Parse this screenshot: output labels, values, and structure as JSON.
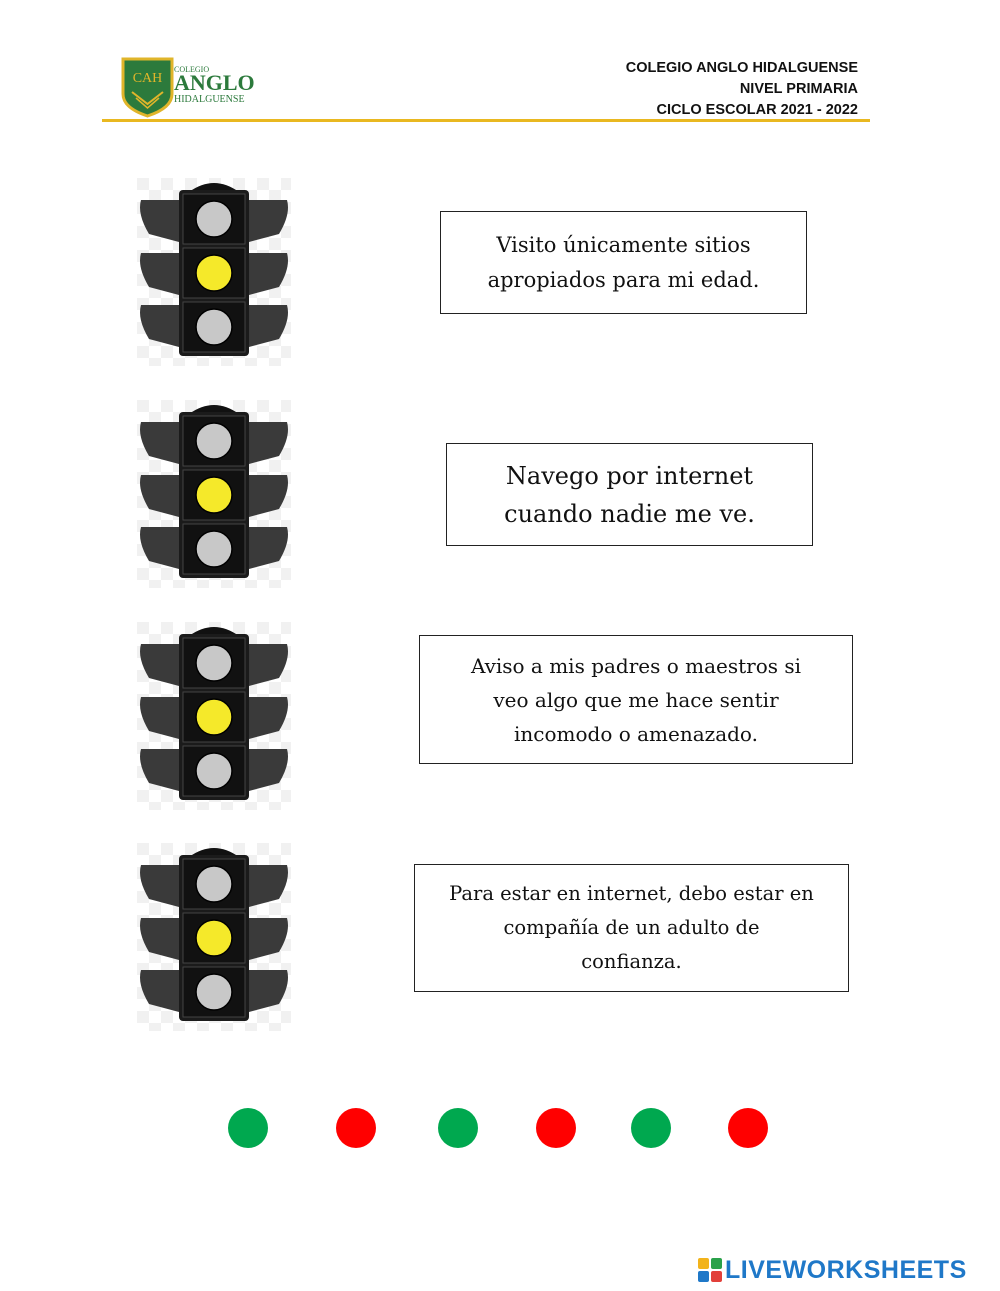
{
  "header": {
    "logo": {
      "top_word": "COLEGIO",
      "main_word": "ANGLO",
      "bottom_word": "HIDALGUENSE",
      "monogram": "CAH",
      "color": "#2c7a3c",
      "accent": "#e0b52a"
    },
    "lines": [
      "COLEGIO ANGLO HIDALGUENSE",
      "NIVEL PRIMARIA",
      "CICLO ESCOLAR 2021 - 2022"
    ],
    "rule_color": "#e9b820"
  },
  "traffic_lights": [
    {
      "icon": "traffic-light-icon",
      "lit": "middle",
      "lit_color": "#f5e92a",
      "off_color": "#c8c8c8"
    },
    {
      "icon": "traffic-light-icon",
      "lit": "middle",
      "lit_color": "#f5e92a",
      "off_color": "#c8c8c8"
    },
    {
      "icon": "traffic-light-icon",
      "lit": "middle",
      "lit_color": "#f5e92a",
      "off_color": "#c8c8c8"
    },
    {
      "icon": "traffic-light-icon",
      "lit": "middle",
      "lit_color": "#f5e92a",
      "off_color": "#c8c8c8"
    }
  ],
  "statements": [
    {
      "lines": [
        "Visito únicamente sitios",
        "apropiados para mi edad."
      ]
    },
    {
      "lines": [
        "Navego por internet",
        "cuando nadie me ve."
      ]
    },
    {
      "lines": [
        "Aviso a mis padres o maestros si",
        "veo algo que me hace sentir",
        "incomodo o amenazado."
      ]
    },
    {
      "lines": [
        "Para estar en internet, debo estar en",
        "compañía de un adulto de",
        "confianza."
      ]
    }
  ],
  "answer_dots": [
    {
      "color": "#00a84f",
      "meaning": "green"
    },
    {
      "color": "#ff0000",
      "meaning": "red"
    },
    {
      "color": "#00a84f",
      "meaning": "green"
    },
    {
      "color": "#ff0000",
      "meaning": "red"
    },
    {
      "color": "#00a84f",
      "meaning": "green"
    },
    {
      "color": "#ff0000",
      "meaning": "red"
    }
  ],
  "footer": {
    "brand": "LIVEWORKSHEETS",
    "brand_color": "#1f78c8"
  }
}
